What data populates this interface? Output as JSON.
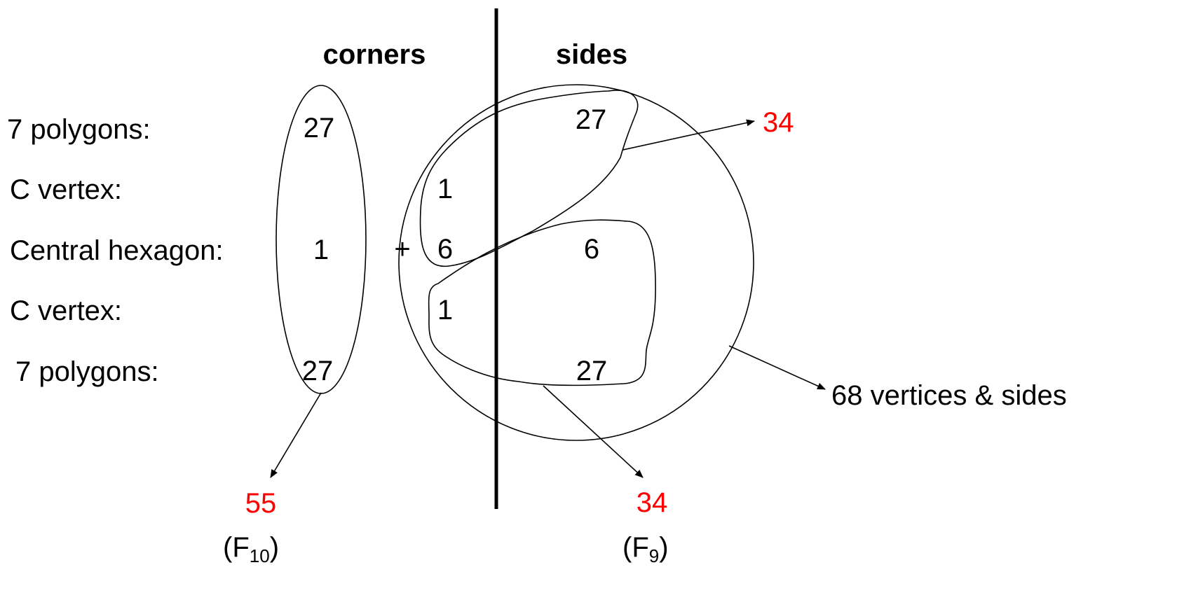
{
  "headers": {
    "corners": "corners",
    "sides": "sides"
  },
  "row_labels": [
    "7 polygons:",
    "C vertex:",
    "Central hexagon:",
    "C vertex:",
    "7 polygons:"
  ],
  "corners_values": [
    "27",
    "1",
    "27"
  ],
  "plus": "+",
  "sides_values": {
    "top_27": "27",
    "upper_1": "1",
    "left_6": "6",
    "right_6": "6",
    "lower_1": "1",
    "bottom_27": "27"
  },
  "results": {
    "upper_group": "34",
    "lower_group": "34",
    "corners_total": "55",
    "all_label": "68 vertices & sides"
  },
  "fibonacci": {
    "corners": {
      "base": "(F",
      "index": "10",
      "close": ")"
    },
    "sides": {
      "base": "(F",
      "index": "9",
      "close": ")"
    }
  },
  "colors": {
    "ink": "#000000",
    "highlight": "#ff0000"
  }
}
